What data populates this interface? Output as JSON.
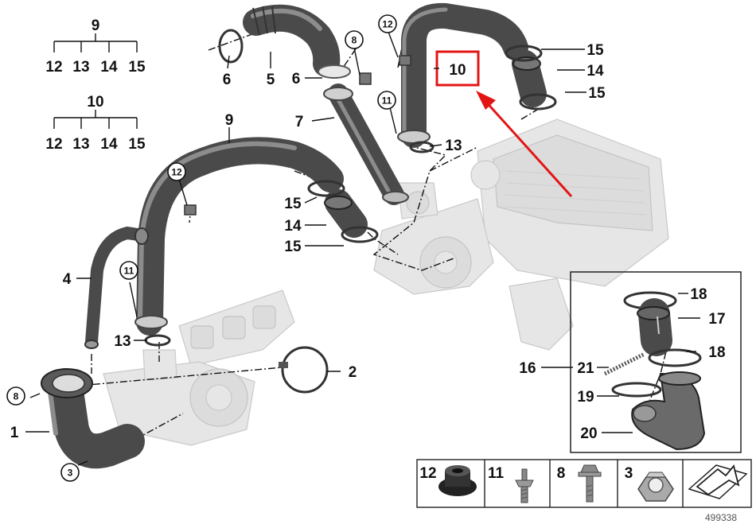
{
  "diagram_number": "499338",
  "colors": {
    "highlight": "#e31414",
    "hose": "#4a4a4a",
    "ghost_part": "#e6e6e6"
  },
  "tree_9": {
    "root": "9",
    "children": [
      "12",
      "13",
      "14",
      "15"
    ]
  },
  "tree_10": {
    "root": "10",
    "children": [
      "12",
      "13",
      "14",
      "15"
    ]
  },
  "labels": {
    "p1": "1",
    "p2": "2",
    "p3": "3",
    "p4": "4",
    "p5": "5",
    "p6a": "6",
    "p6b": "6",
    "p7": "7",
    "p8a": "8",
    "p8b": "8",
    "p9": "9",
    "p10": "10",
    "p11a": "11",
    "p11b": "11",
    "p12a": "12",
    "p12b": "12",
    "p13a": "13",
    "p13b": "13",
    "p14a": "14",
    "p14b": "14",
    "p15a": "15",
    "p15b": "15",
    "p15c": "15",
    "p15d": "15",
    "p16": "16",
    "p17": "17",
    "p18a": "18",
    "p18b": "18",
    "p19": "19",
    "p20": "20",
    "p21": "21"
  },
  "legend": [
    {
      "number": "12",
      "icon": "grommet-icon"
    },
    {
      "number": "11",
      "icon": "stud-bolt-icon"
    },
    {
      "number": "8",
      "icon": "bolt-icon"
    },
    {
      "number": "3",
      "icon": "hex-nut-icon"
    }
  ]
}
